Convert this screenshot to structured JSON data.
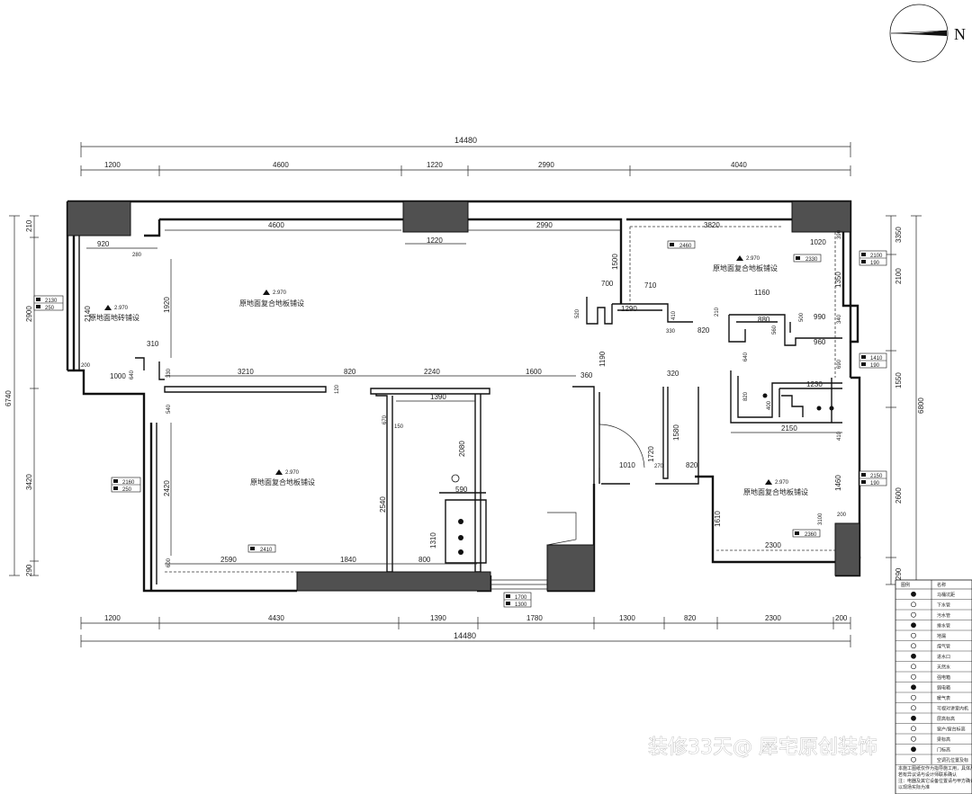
{
  "north": {
    "label": "N"
  },
  "dimensions": {
    "top_total": "14480",
    "top": [
      "1200",
      "4600",
      "1220",
      "2990",
      "4040"
    ],
    "bottom": [
      "1200",
      "4430",
      "1390",
      "1780",
      "1300",
      "820",
      "2300",
      "200"
    ],
    "bottom_total": "14480",
    "left_total": "6740",
    "left": [
      "210",
      "2900",
      "3420",
      "290"
    ],
    "right_total": "6800",
    "right": [
      "3350",
      "2100",
      "1550",
      "2600",
      "290"
    ],
    "interior": {
      "d4600": "4600",
      "d1220": "1220",
      "d2990": "2990",
      "d3820": "3820",
      "d920": "920",
      "d280": "280",
      "d2140": "2140",
      "d1920": "1920",
      "d310": "310",
      "d200": "200",
      "d1000": "1000",
      "d330a": "330",
      "d640a": "640",
      "d3210": "3210",
      "d820a": "820",
      "d2240": "2240",
      "d1600": "1600",
      "d360": "360",
      "d1390": "1390",
      "d670": "670",
      "d150": "150",
      "d2080": "2080",
      "d590": "590",
      "d2540": "2540",
      "d1310": "1310",
      "d540": "540",
      "d2420": "2420",
      "d2590": "2590",
      "d1840": "1840",
      "d800": "800",
      "d600": "600",
      "d1500": "1500",
      "d700": "700",
      "d710": "710",
      "d520": "520",
      "d1290": "1290",
      "d410a": "410",
      "d330b": "330",
      "d820b": "820",
      "d1190": "1190",
      "d1720": "1720",
      "d1010": "1010",
      "d270": "270",
      "d1580": "1580",
      "d320": "320",
      "d820c": "820",
      "d1610": "1610",
      "d2300": "2300",
      "d1160": "1160",
      "d880": "880",
      "d990": "990",
      "d960": "960",
      "d210": "210",
      "d500": "500",
      "d560": "560",
      "d640b": "640",
      "d820d": "820",
      "d400": "400",
      "d1230": "1230",
      "d2150": "2150",
      "d1020": "1020",
      "d1350": "1350",
      "d340": "340",
      "d390": "390",
      "d410b": "410",
      "d1460": "1460",
      "d690": "690",
      "d200b": "200",
      "d3100": "3100",
      "d120": "120"
    }
  },
  "rooms": [
    {
      "height": "2.970",
      "floor": "原地面复合地板铺设"
    },
    {
      "height": "2.970",
      "floor": "原地面地砖铺设"
    },
    {
      "height": "2.970",
      "floor": "原地面复合地板铺设"
    },
    {
      "height": "2.970",
      "floor": "原地面复合地板铺设"
    },
    {
      "height": "2.970",
      "floor": "原地面复合地板铺设"
    }
  ],
  "tags": {
    "left_top": [
      "2130",
      "250"
    ],
    "left_bottom": [
      "2160",
      "250"
    ],
    "top_right_1": "2460",
    "top_right_2": "2330",
    "bottom_a": "2410",
    "bottom_right": "2360",
    "right_1": [
      "2100",
      "190"
    ],
    "right_2": [
      "1410",
      "190"
    ],
    "right_3": [
      "2150",
      "190"
    ],
    "entrance": [
      "1700",
      "1300"
    ]
  },
  "legend": {
    "headers": [
      "图例",
      "名称"
    ],
    "items": [
      {
        "icon": "toilet-drain-icon",
        "name": "马桶坑距"
      },
      {
        "icon": "drain-pipe-icon",
        "name": "下水管"
      },
      {
        "icon": "sewage-pipe-icon",
        "name": "污水管"
      },
      {
        "icon": "water-pipe-icon",
        "name": "排水管"
      },
      {
        "icon": "floor-drain-icon",
        "name": "地漏"
      },
      {
        "icon": "gas-pipe-icon",
        "name": "煤气管"
      },
      {
        "icon": "water-inlet-icon",
        "name": "进水口"
      },
      {
        "icon": "gas-meter-icon",
        "name": "天然水"
      },
      {
        "icon": "electric-meter-icon",
        "name": "强电箱"
      },
      {
        "icon": "weak-box-icon",
        "name": "弱电箱"
      },
      {
        "icon": "vent-icon",
        "name": "暖气表"
      },
      {
        "icon": "intercom-icon",
        "name": "可视对讲室内机"
      },
      {
        "icon": "ceiling-height-icon",
        "name": "层高标高"
      },
      {
        "icon": "window-sill-icon",
        "name": "窗户/窗台标高"
      },
      {
        "icon": "beam-height-icon",
        "name": "梁标高"
      },
      {
        "icon": "door-height-icon",
        "name": "门标高"
      },
      {
        "icon": "ac-hole-icon",
        "name": "空调孔位置及标"
      }
    ],
    "notes": [
      "本施工图纸仅作为指导施工用，具体尺寸以现场为准",
      "若有异议请与设计师联系确认",
      "注：电器及其它设备位置请与甲方确认",
      "以现场实际为准"
    ]
  },
  "watermark": "装修33天@ 犀宅原创装饰"
}
